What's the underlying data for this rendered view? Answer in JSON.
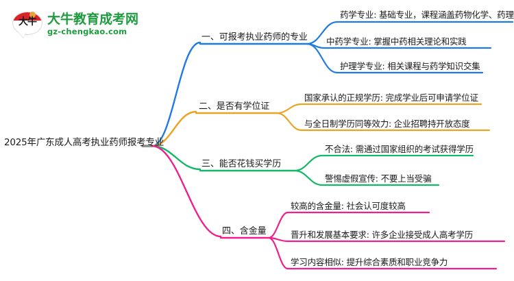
{
  "logo": {
    "mark_text": "大牛",
    "title": "大牛教育成考网",
    "subtitle": "gz-chengkao.com",
    "brand_green": "#1e9b3f",
    "brand_red": "#d8232a"
  },
  "mindmap": {
    "root": {
      "label": "2025年广东成人高考执业药师报考专业"
    },
    "branches": [
      {
        "label": "一、可报考执业药师的专业",
        "color": "#1f7ae0",
        "leaves": [
          {
            "label": "药学专业: 基础专业，课程涵盖药物化学、药理学"
          },
          {
            "label": "中药学专业: 掌握中药相关理论和实践"
          },
          {
            "label": "护理学专业: 相关课程与药学知识交集"
          }
        ]
      },
      {
        "label": "二、是否有学位证",
        "color": "#e9a423",
        "leaves": [
          {
            "label": "国家承认的正规学历: 完成学业后可申请学位证"
          },
          {
            "label": "与全日制学历同等效力: 企业招聘持开放态度"
          }
        ]
      },
      {
        "label": "三、能否花钱买学历",
        "color": "#12b866",
        "leaves": [
          {
            "label": "不合法: 需通过国家组织的考试获得学历"
          },
          {
            "label": "警惕虚假宣传: 不要上当受骗"
          }
        ]
      },
      {
        "label": "四、含金量",
        "color": "#ef1f8b",
        "leaves": [
          {
            "label": "较高的含金量: 社会认可度较高"
          },
          {
            "label": "晋升和发展基本要求: 许多企业接受成人高考学历"
          },
          {
            "label": "学习内容相似: 提升综合素质和职业竞争力"
          }
        ]
      }
    ]
  }
}
